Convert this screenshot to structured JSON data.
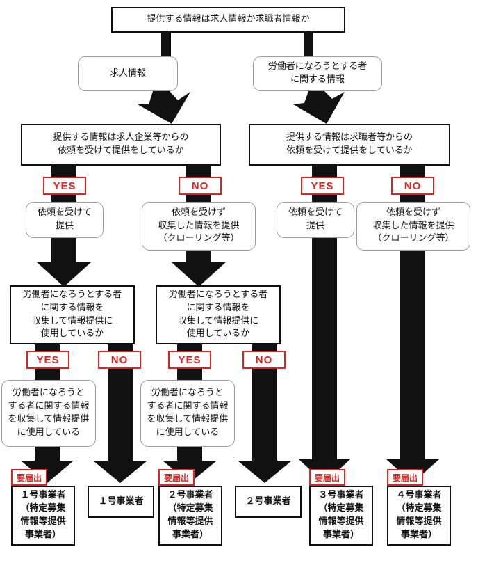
{
  "root": "提供する情報は求人情報か求職者情報か",
  "left_branch": {
    "label": "求人情報",
    "question": "提供する情報は求人企業等からの\n依頼を受けて提供をしているか",
    "yes_tag": "YES",
    "no_tag": "NO",
    "yes_note": "依頼を受けて\n提供",
    "no_note": "依頼を受けず\n収集した情報を提供\n（クローリング等）",
    "q_a": "労働者になろうとする者\nに関する情報を\n収集して情報提供に\n使用しているか",
    "q_b": "労働者になろうとする者\nに関する情報を\n収集して情報提供に\n使用しているか",
    "a_yes_tag": "YES",
    "a_no_tag": "NO",
    "b_yes_tag": "YES",
    "b_no_tag": "NO",
    "a_yes_note": "労働者になろうと\nする者に関する情報\nを収集して情報提供\nに使用している",
    "b_yes_note": "労働者になろうと\nする者に関する情報\nを収集して情報提供\nに使用している"
  },
  "right_branch": {
    "label": "労働者になろうとする者\nに関する情報",
    "question": "提供する情報は求職者等からの\n依頼を受けて提供をしているか",
    "yes_tag": "YES",
    "no_tag": "NO",
    "yes_note": "依頼を受けて\n提供",
    "no_note": "依頼を受けず\n収集した情報を提供\n（クローリング等）"
  },
  "required_tag": "要届出",
  "results": [
    "１号事業者\n（特定募集\n情報等提供\n事業者）",
    "１号事業者",
    "２号事業者\n（特定募集\n情報等提供\n事業者）",
    "２号事業者",
    "３号事業者\n（特定募集\n情報等提供\n事業者）",
    "４号事業者\n（特定募集\n情報等提供\n事業者）"
  ],
  "colors": {
    "line": "#111111",
    "accent": "#e3201b",
    "rounded_border": "#9a9a9a"
  }
}
